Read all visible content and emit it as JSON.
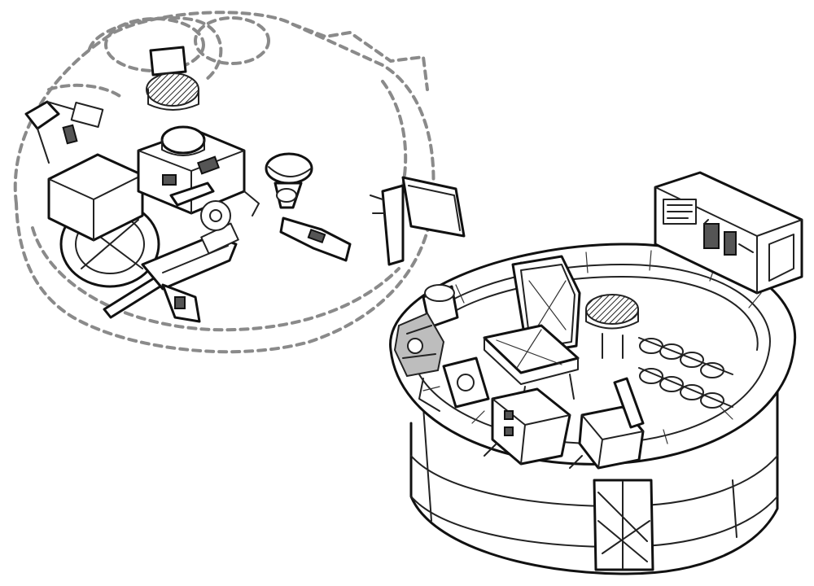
{
  "figure": {
    "colors": {
      "ink": "#222222",
      "phantom_outline": "#8a8a8a",
      "background": "#ffffff"
    },
    "parts": [
      "exploded-interior-components",
      "phantom-turret-outline",
      "assembled-turret-basket",
      "commander-seat",
      "instrument-panel",
      "periscope-mount",
      "ammunition-racks"
    ]
  }
}
